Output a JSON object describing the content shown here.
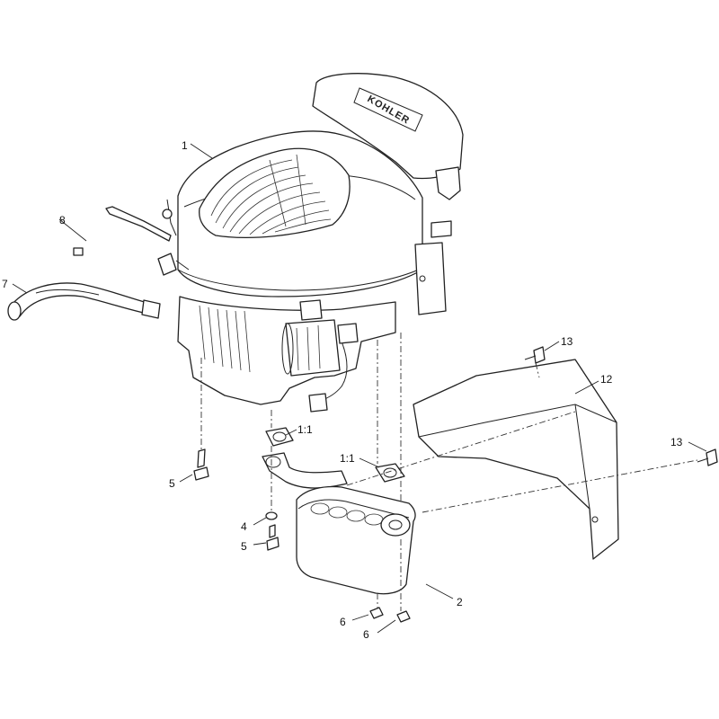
{
  "brand_text": "KOHLER",
  "callouts": {
    "c1": "1",
    "c2": "2",
    "c4": "4",
    "c5a": "5",
    "c5b": "5",
    "c6a": "6",
    "c6b": "6",
    "c7": "7",
    "c8": "8",
    "c11a": "1:1",
    "c11b": "1:1",
    "c12": "12",
    "c13a": "13",
    "c13b": "13"
  },
  "icons": {
    "engine": "engine-assembly-icon",
    "muffler": "muffler-icon",
    "heat_shield": "heat-shield-icon",
    "hose": "fuel-hose-icon",
    "cable_tie": "cable-tie-icon"
  }
}
